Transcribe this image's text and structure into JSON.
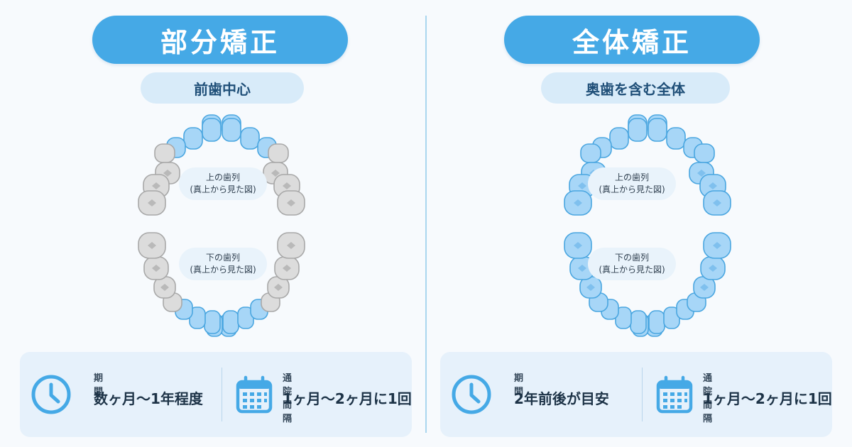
{
  "colors": {
    "accent": "#45a9e6",
    "tooth_blue_fill": "#a7d6f7",
    "tooth_blue_stroke": "#4aa6e0",
    "tooth_gray_fill": "#dcdcdc",
    "tooth_gray_stroke": "#a8a8a8"
  },
  "left": {
    "title": "部分矯正",
    "subtitle": "前歯中心",
    "upper_label_line1": "上の歯列",
    "upper_label_line2": "(真上から見た図)",
    "lower_label_line1": "下の歯列",
    "lower_label_line2": "(真上から見た図)",
    "period_icon": "clock-icon",
    "period_caption": "期間",
    "period_value": "数ヶ月〜1年程度",
    "visit_icon": "calendar-icon",
    "visit_caption": "通院間隔",
    "visit_value": "1ヶ月〜2ヶ月に1回",
    "highlighted": "front"
  },
  "right": {
    "title": "全体矯正",
    "subtitle": "奥歯を含む全体",
    "upper_label_line1": "上の歯列",
    "upper_label_line2": "(真上から見た図)",
    "lower_label_line1": "下の歯列",
    "lower_label_line2": "(真上から見た図)",
    "period_icon": "clock-icon",
    "period_caption": "期間",
    "period_value": "2年前後が目安",
    "visit_icon": "calendar-icon",
    "visit_caption": "通院間隔",
    "visit_value": "1ヶ月〜2ヶ月に1回",
    "highlighted": "all"
  }
}
